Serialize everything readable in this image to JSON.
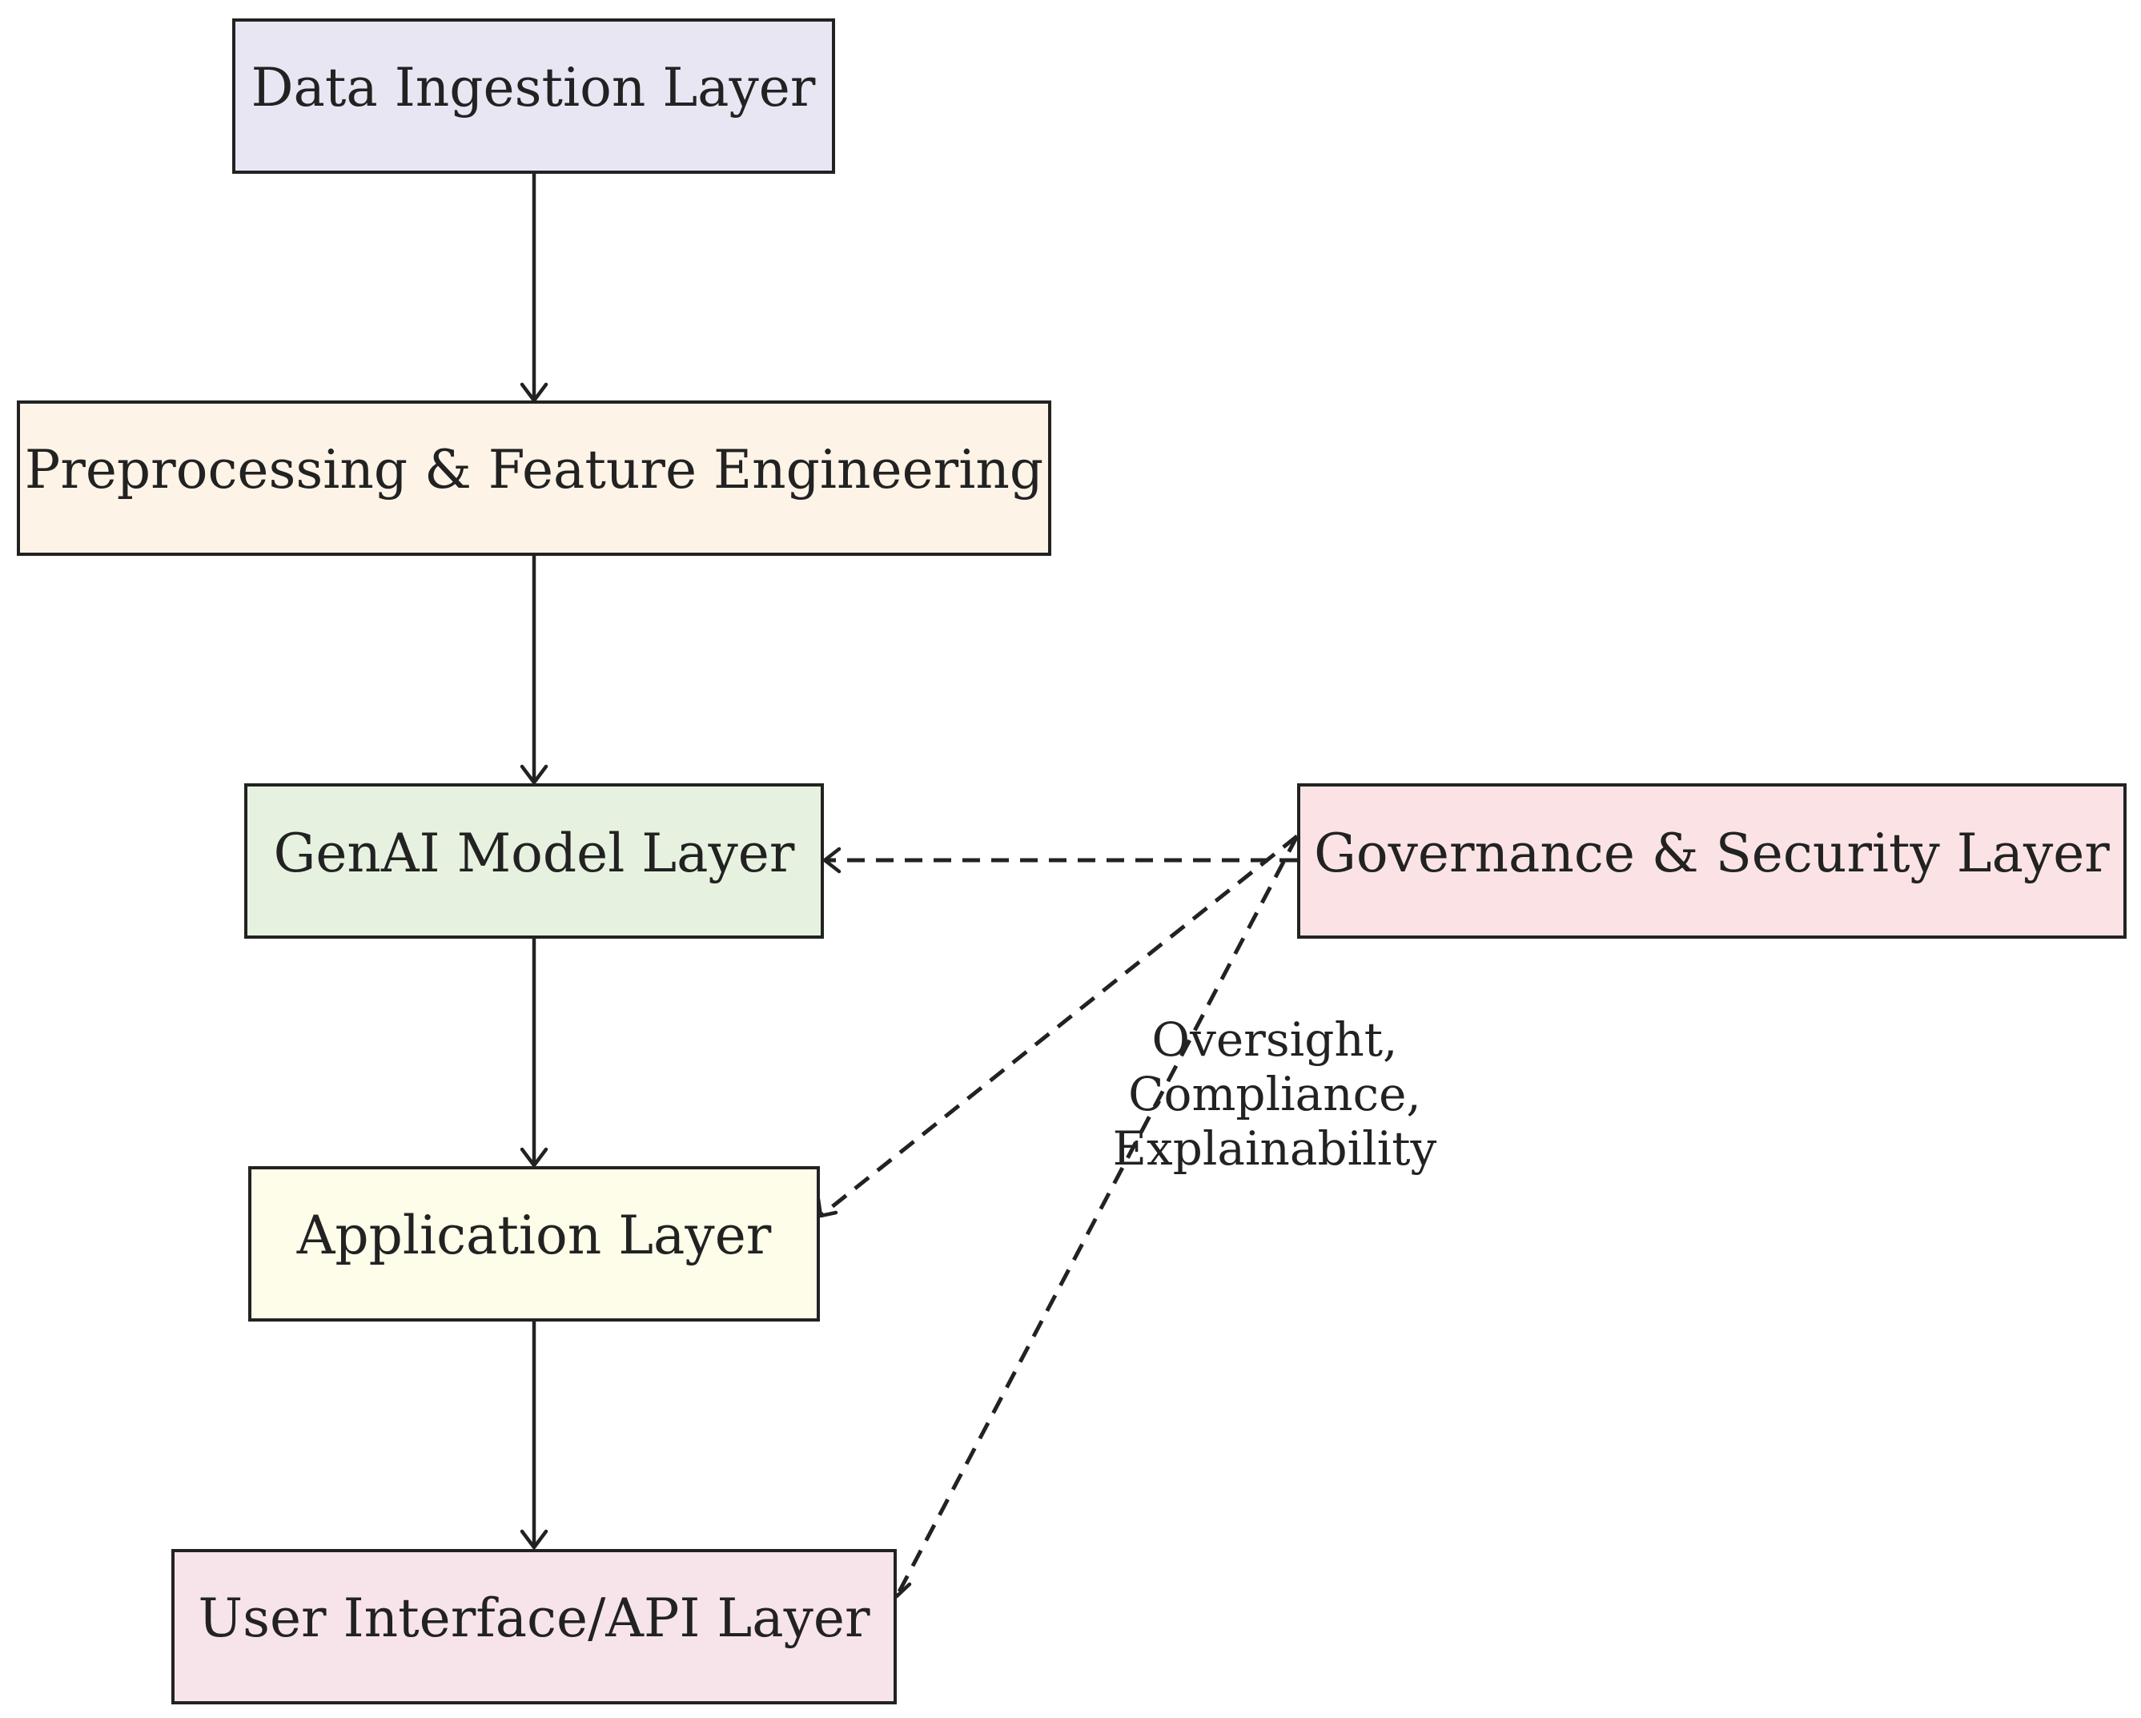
{
  "nodes": {
    "ingestion": {
      "label": "Data Ingestion Layer",
      "fill": "#e8e6f3"
    },
    "preprocessing": {
      "label": "Preprocessing & Feature Engineering",
      "fill": "#fdf4e7"
    },
    "genai": {
      "label": "GenAI Model Layer",
      "fill": "#e6f2df"
    },
    "application": {
      "label": "Application Layer",
      "fill": "#fefde9"
    },
    "ui_api": {
      "label": "User Interface/API Layer",
      "fill": "#f7e4ea"
    },
    "governance": {
      "label": "Governance & Security Layer",
      "fill": "#fbe3e5"
    }
  },
  "edges": [
    {
      "from": "ingestion",
      "to": "preprocessing",
      "style": "solid"
    },
    {
      "from": "preprocessing",
      "to": "genai",
      "style": "solid"
    },
    {
      "from": "genai",
      "to": "application",
      "style": "solid"
    },
    {
      "from": "application",
      "to": "ui_api",
      "style": "solid"
    },
    {
      "from": "governance",
      "to": "genai",
      "style": "dashed"
    },
    {
      "from": "governance",
      "to": "application",
      "style": "dashed"
    },
    {
      "from": "governance",
      "to": "ui_api",
      "style": "dashed"
    }
  ],
  "edge_label": {
    "lines": [
      "Oversight,",
      "Compliance,",
      "Explainability"
    ]
  }
}
